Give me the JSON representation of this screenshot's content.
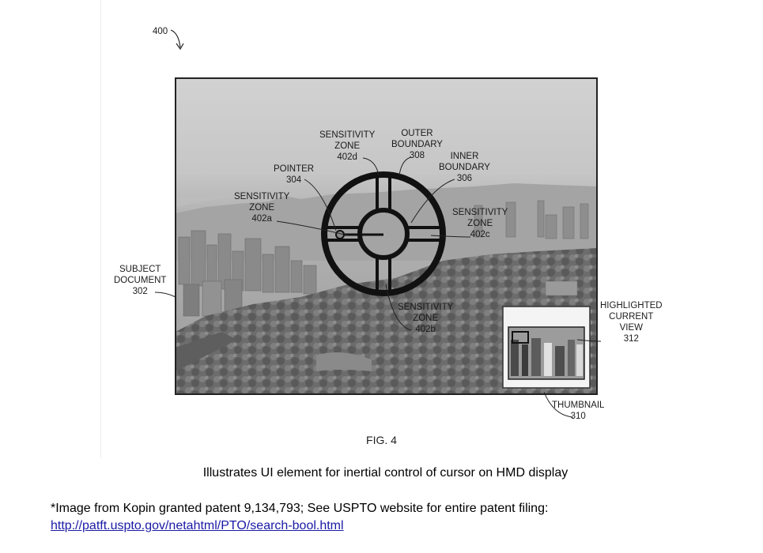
{
  "figure_number_ref": "400",
  "labels": {
    "sens_d": [
      "SENSITIVITY",
      "ZONE",
      "402d"
    ],
    "outer": [
      "OUTER",
      "BOUNDARY",
      "308"
    ],
    "inner": [
      "INNER",
      "BOUNDARY",
      "306"
    ],
    "pointer": [
      "POINTER",
      "304"
    ],
    "sens_a": [
      "SENSITIVITY",
      "ZONE",
      "402a"
    ],
    "sens_c": [
      "SENSITIVITY",
      "ZONE",
      "402c"
    ],
    "sens_b": [
      "SENSITIVITY",
      "ZONE",
      "402b"
    ],
    "subject": [
      "SUBJECT",
      "DOCUMENT",
      "302"
    ],
    "highlighted": [
      "HIGHLIGHTED",
      "CURRENT",
      "VIEW",
      "312"
    ],
    "thumbnail": [
      "THUMBNAIL",
      "310"
    ]
  },
  "fig_caption": "FIG. 4",
  "description": "Illustrates UI element for inertial control of cursor on HMD display",
  "source_note": "*Image from Kopin granted patent 9,134,793; See USPTO website for entire patent filing:",
  "source_link": "http://patft.uspto.gov/netahtml/PTO/search-bool.html",
  "colors": {
    "sky": "#c9c9c9",
    "trees": "#6e6e6e",
    "reticle": "#111111"
  }
}
